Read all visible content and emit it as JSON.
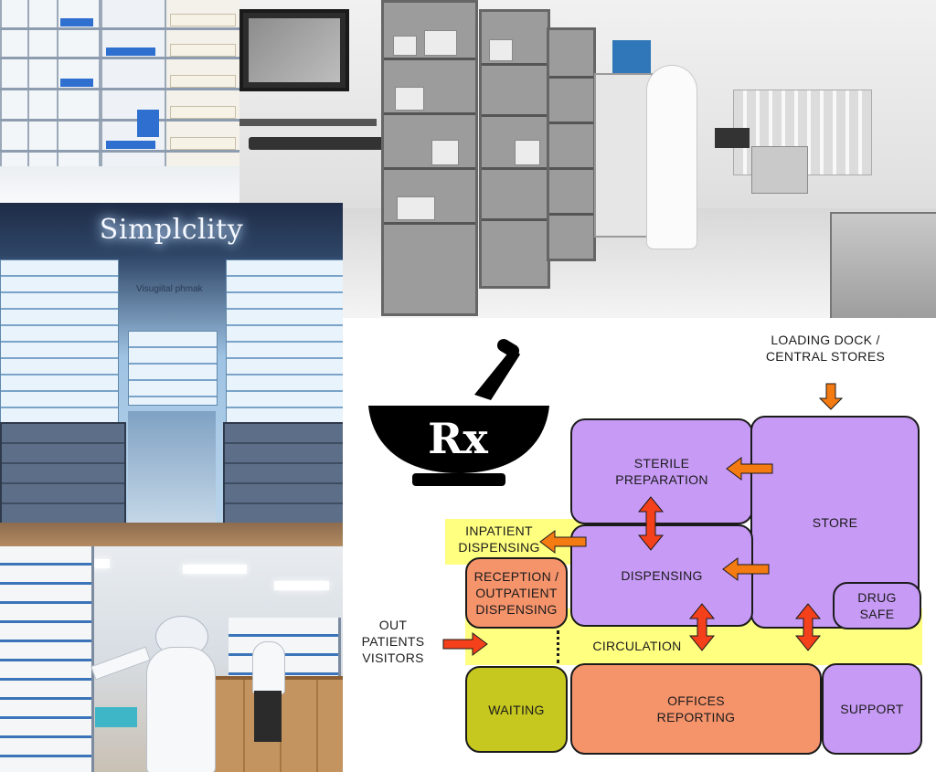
{
  "photo_store": {
    "sign_text": "Simplclity",
    "sub_text": "Visugiital phmak"
  },
  "diagram": {
    "logo": {
      "text": "Rx",
      "icon": "mortar-pestle-icon"
    },
    "labels": {
      "loading_dock": "LOADING DOCK /\nCENTRAL STORES",
      "out_patients": "OUT\nPATIENTS\nVISITORS",
      "circulation": "CIRCULATION"
    },
    "rooms": {
      "sterile": "STERILE\nPREPARATION",
      "store": "STORE",
      "drug_safe": "DRUG\nSAFE",
      "inpatient": "INPATIENT\nDISPENSING",
      "dispensing": "DISPENSING",
      "reception": "RECEPTION /\nOUTPATIENT\nDISPENSING",
      "waiting": "WAITING",
      "offices": "OFFICES\nREPORTING",
      "support": "SUPPORT"
    },
    "colors": {
      "purple": "#c79af5",
      "orange": "#f5936b",
      "olive": "#c6c71f",
      "yellow": "#ffff80",
      "arrow_red": "#f4401b",
      "arrow_orange": "#f47a12"
    }
  }
}
